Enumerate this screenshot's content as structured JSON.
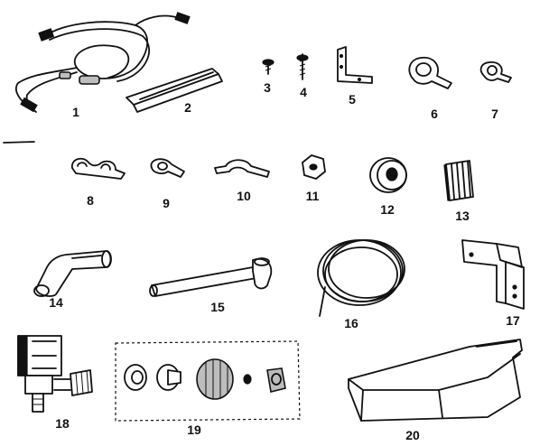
{
  "diagram": {
    "parts": [
      {
        "id": "wire-harness",
        "label": "1"
      },
      {
        "id": "channel-strip",
        "label": "2"
      },
      {
        "id": "screw-short",
        "label": "3"
      },
      {
        "id": "screw-long",
        "label": "4"
      },
      {
        "id": "angle-bracket",
        "label": "5"
      },
      {
        "id": "clamp-large",
        "label": "6"
      },
      {
        "id": "clamp-small",
        "label": "7"
      },
      {
        "id": "clip-double",
        "label": "8"
      },
      {
        "id": "clip-single",
        "label": "9"
      },
      {
        "id": "clip-strap",
        "label": "10"
      },
      {
        "id": "hex-nut",
        "label": "11"
      },
      {
        "id": "grommet",
        "label": "12"
      },
      {
        "id": "pad-stack",
        "label": "13"
      },
      {
        "id": "elbow-fitting",
        "label": "14"
      },
      {
        "id": "fill-tube",
        "label": "15"
      },
      {
        "id": "tubing-coil",
        "label": "16"
      },
      {
        "id": "mounting-plate",
        "label": "17"
      },
      {
        "id": "water-valve",
        "label": "18"
      },
      {
        "id": "fitting-kit",
        "label": "19"
      },
      {
        "id": "ice-bin",
        "label": "20"
      }
    ]
  }
}
